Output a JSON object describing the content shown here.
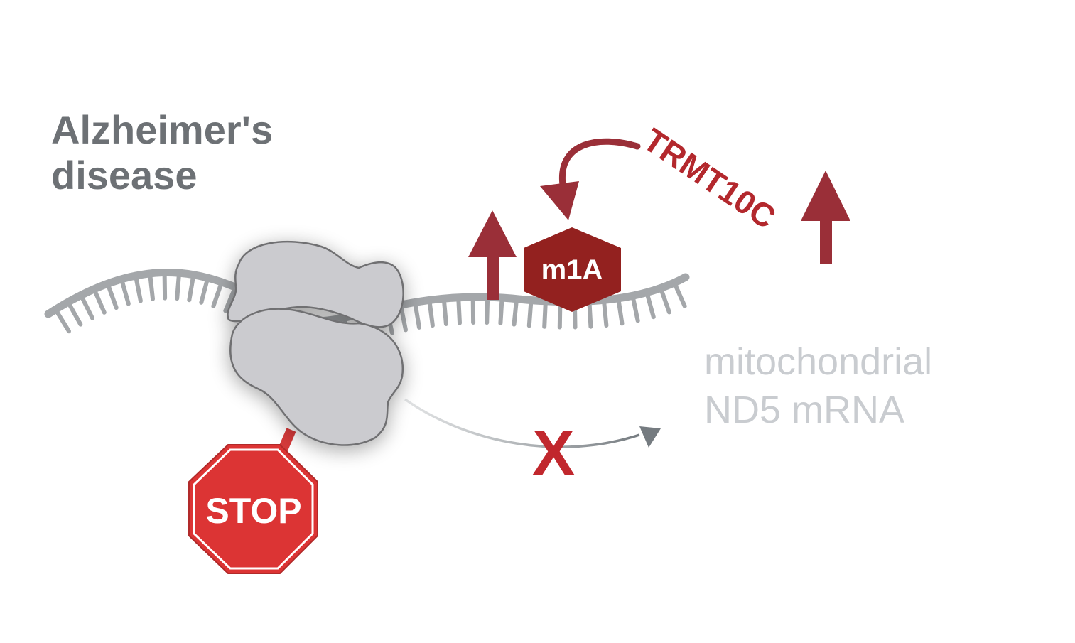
{
  "diagram": {
    "disease_label_line1": "Alzheimer's",
    "disease_label_line2": "disease",
    "rna_label_line1": "mitochondrial",
    "rna_label_line2": "ND5 mRNA",
    "enzyme_label": "TRMT10C",
    "modification_label": "m1A",
    "stop_sign_label": "STOP",
    "blocked_mark": "X"
  },
  "colors": {
    "dark_red": "#9a2f38",
    "modification_red": "#93211f",
    "stop_red": "#dc3434",
    "rna_gray": "#a4a7aa",
    "ribosome_fill": "#cbcbcf",
    "ribosome_stroke": "#6f6f72",
    "disease_text": "#6d7175",
    "rna_text": "#c9ccd0"
  },
  "icons": {
    "up_arrow": "up-arrow-icon",
    "curved_arrow": "curved-arrow-icon",
    "stop_sign": "stop-sign-icon",
    "ribosome": "ribosome-icon",
    "mrna_strand": "mrna-strand-icon",
    "blocked": "x-mark-icon"
  }
}
